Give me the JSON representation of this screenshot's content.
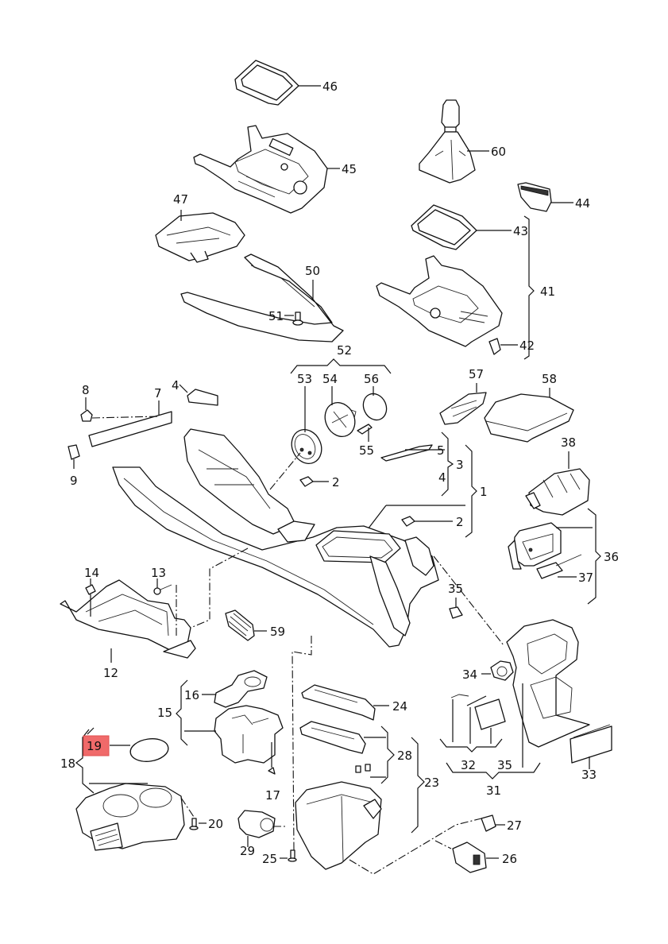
{
  "diagram": {
    "title": "Center console exploded parts diagram",
    "highlight_color": "#f06a6a",
    "highlighted_part": "19",
    "callouts": [
      {
        "id": "c1",
        "label": "1"
      },
      {
        "id": "c2a",
        "label": "2"
      },
      {
        "id": "c2b",
        "label": "2"
      },
      {
        "id": "c3",
        "label": "3"
      },
      {
        "id": "c4a",
        "label": "4"
      },
      {
        "id": "c4b",
        "label": "4"
      },
      {
        "id": "c5",
        "label": "5"
      },
      {
        "id": "c7",
        "label": "7"
      },
      {
        "id": "c8",
        "label": "8"
      },
      {
        "id": "c9",
        "label": "9"
      },
      {
        "id": "c12",
        "label": "12"
      },
      {
        "id": "c13",
        "label": "13"
      },
      {
        "id": "c14",
        "label": "14"
      },
      {
        "id": "c15",
        "label": "15"
      },
      {
        "id": "c16",
        "label": "16"
      },
      {
        "id": "c17",
        "label": "17"
      },
      {
        "id": "c18",
        "label": "18"
      },
      {
        "id": "c19",
        "label": "19"
      },
      {
        "id": "c20",
        "label": "20"
      },
      {
        "id": "c23",
        "label": "23"
      },
      {
        "id": "c24",
        "label": "24"
      },
      {
        "id": "c25",
        "label": "25"
      },
      {
        "id": "c26",
        "label": "26"
      },
      {
        "id": "c27",
        "label": "27"
      },
      {
        "id": "c28",
        "label": "28"
      },
      {
        "id": "c29",
        "label": "29"
      },
      {
        "id": "c31",
        "label": "31"
      },
      {
        "id": "c32",
        "label": "32"
      },
      {
        "id": "c33",
        "label": "33"
      },
      {
        "id": "c34",
        "label": "34"
      },
      {
        "id": "c35a",
        "label": "35"
      },
      {
        "id": "c35b",
        "label": "35"
      },
      {
        "id": "c36",
        "label": "36"
      },
      {
        "id": "c37",
        "label": "37"
      },
      {
        "id": "c38",
        "label": "38"
      },
      {
        "id": "c41",
        "label": "41"
      },
      {
        "id": "c42",
        "label": "42"
      },
      {
        "id": "c43",
        "label": "43"
      },
      {
        "id": "c44",
        "label": "44"
      },
      {
        "id": "c45",
        "label": "45"
      },
      {
        "id": "c46",
        "label": "46"
      },
      {
        "id": "c47",
        "label": "47"
      },
      {
        "id": "c50",
        "label": "50"
      },
      {
        "id": "c51",
        "label": "51"
      },
      {
        "id": "c52",
        "label": "52"
      },
      {
        "id": "c53",
        "label": "53"
      },
      {
        "id": "c54",
        "label": "54"
      },
      {
        "id": "c55",
        "label": "55"
      },
      {
        "id": "c56",
        "label": "56"
      },
      {
        "id": "c57",
        "label": "57"
      },
      {
        "id": "c58",
        "label": "58"
      },
      {
        "id": "c59",
        "label": "59"
      },
      {
        "id": "c60",
        "label": "60"
      }
    ]
  }
}
